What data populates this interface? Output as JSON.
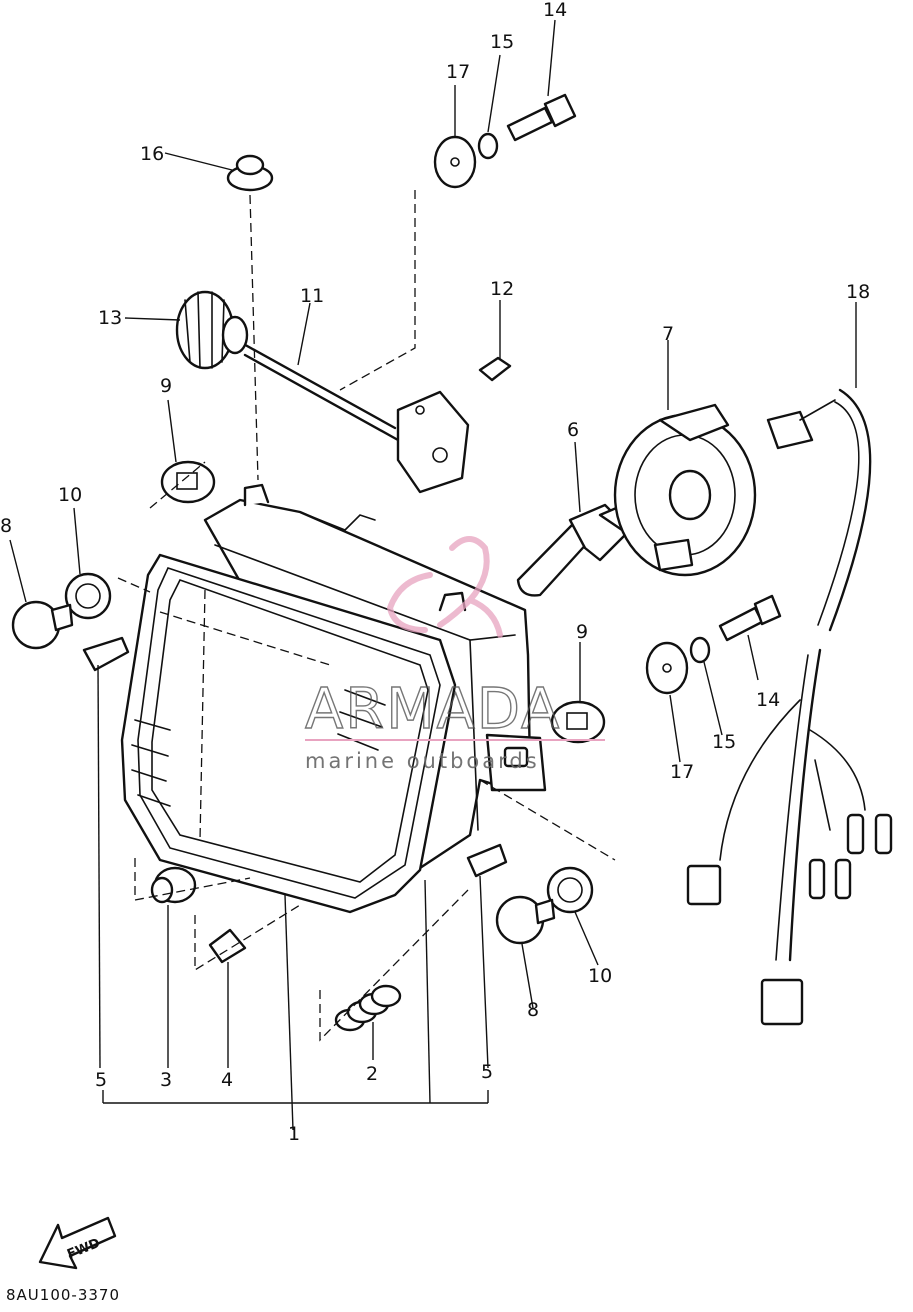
{
  "diagram": {
    "callouts": {
      "c1": "1",
      "c2": "2",
      "c3": "3",
      "c4": "4",
      "c5a": "5",
      "c5b": "5",
      "c6": "6",
      "c7": "7",
      "c8a": "8",
      "c8b": "8",
      "c9a": "9",
      "c9b": "9",
      "c10a": "10",
      "c10b": "10",
      "c11": "11",
      "c12": "12",
      "c13": "13",
      "c14a": "14",
      "c14b": "14",
      "c15a": "15",
      "c15b": "15",
      "c16": "16",
      "c17a": "17",
      "c17b": "17",
      "c18": "18"
    },
    "fwd_label": "FWD",
    "diagram_code": "8AU100-3370"
  },
  "watermark": {
    "brand": "ARMADA",
    "tagline": "marine outboards",
    "accent_color": "#e8a3c0"
  }
}
